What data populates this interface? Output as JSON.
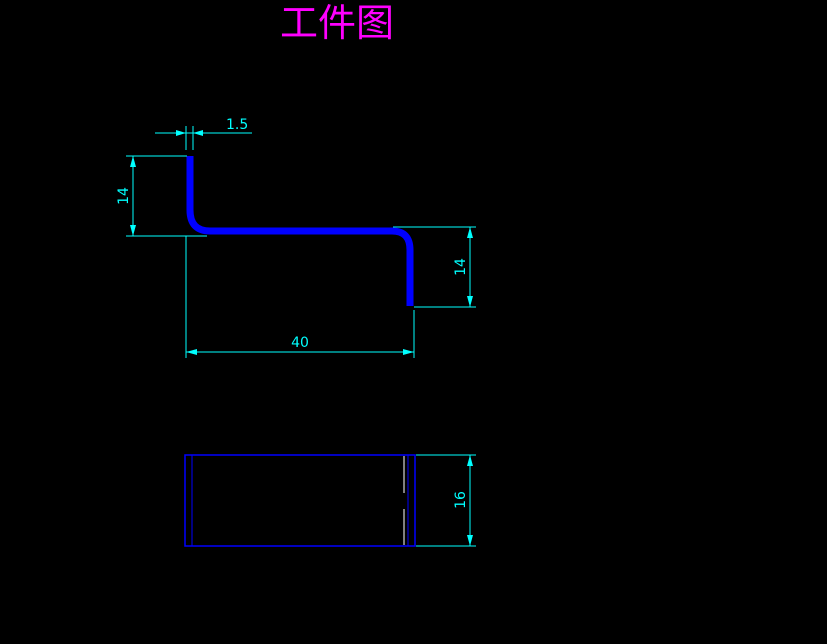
{
  "title": "工件图",
  "colors": {
    "background": "#000000",
    "title": "#ff00ff",
    "profile": "#0000ff",
    "outline": "#0000ff",
    "dimension": "#00ffff"
  },
  "dimensions": {
    "thickness": "1.5",
    "left_height": "14",
    "right_height": "14",
    "width": "40",
    "depth": "16"
  }
}
